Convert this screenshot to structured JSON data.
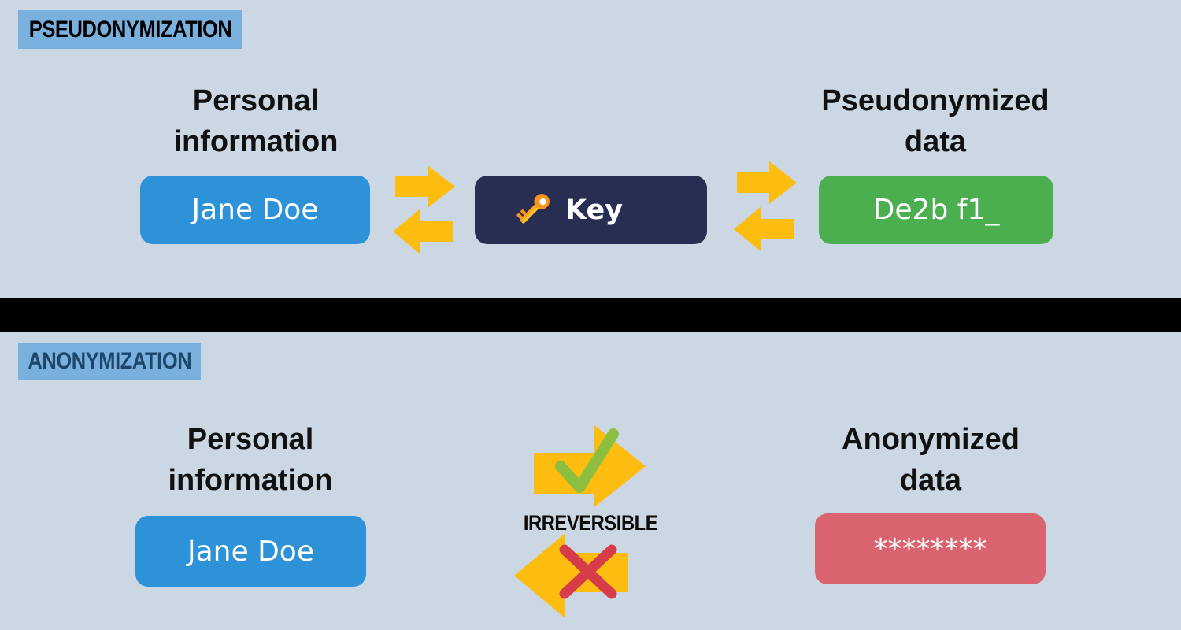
{
  "palette": {
    "background": "#ccd7e4",
    "section_label_bg": "#7ab0de",
    "pseudonymization_label_text": "#000000",
    "anonymization_label_text": "#1d4668",
    "personal_info_box": "#2e92d8",
    "key_box": "#272e52",
    "pseudonymized_box": "#4bae4f",
    "anonymized_box": "#d9646f",
    "arrow_yellow": "#fcbd10",
    "check_green": "#8cbf3f",
    "cross_red": "#d63c4a",
    "divider": "#000000",
    "value_text": "#ffffff",
    "heading_text": "#111111",
    "key_icon_orange": "#f7941d",
    "key_icon_yellow": "#ffd21e"
  },
  "sections": {
    "pseudonymization": {
      "label": "PSEUDONYMIZATION",
      "source_heading": "Personal\ninformation",
      "source_value": "Jane Doe",
      "key_label": "Key",
      "result_heading": "Pseudonymized\ndata",
      "result_value": "De2b f1_"
    },
    "anonymization": {
      "label": "ANONYMIZATION",
      "source_heading": "Personal\ninformation",
      "source_value": "Jane Doe",
      "process_caption": "IRREVERSIBLE",
      "result_heading": "Anonymized\ndata",
      "result_value": "********"
    }
  },
  "icons": {
    "key": "key-icon",
    "forward_arrow": "arrow-right-icon",
    "backward_arrow": "arrow-left-icon",
    "allowed": "check-icon",
    "blocked": "cross-icon"
  }
}
